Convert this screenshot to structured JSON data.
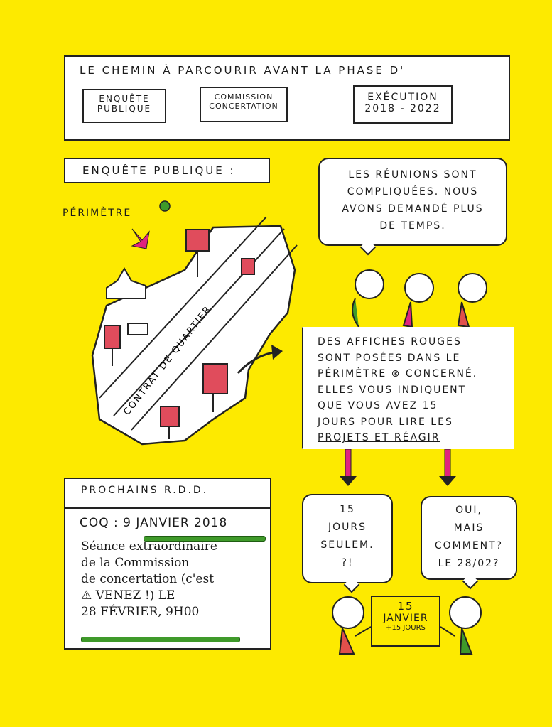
{
  "header": {
    "title": "Le chemin à parcourir avant la phase d'",
    "steps": [
      {
        "line1": "Enquête",
        "line2": "publique"
      },
      {
        "line1": "Commission",
        "line2": "concertation"
      },
      {
        "line1": "Exécution",
        "line2": "2018 - 2022"
      }
    ]
  },
  "section_title": "Enquête publique :",
  "top_bubble": "Les réunions sont compliquées. Nous avons demandé plus de temps.",
  "map": {
    "perimeter_label": "Périmètre",
    "road_label": "Contrat de quartier"
  },
  "info_box": {
    "lines": [
      "Des affiches rouges",
      "sont posées dans le",
      "périmètre ⊛ concerné.",
      "Elles vous indiquent",
      "que vous avez 15",
      "jours pour lire les",
      "projets et réagir"
    ]
  },
  "rdd": {
    "title": "Prochains R.D.D.",
    "coq": "CoQ : 9 janvier 2018",
    "lines": [
      "Séance extraordinaire",
      "de la Commission",
      "de concertation (c'est",
      "⚠ venez !) le",
      "28 février, 9h00"
    ]
  },
  "bubbles": {
    "left": [
      "15",
      "jours",
      "seulem.",
      "?!"
    ],
    "right": [
      "Oui,",
      "mais",
      "comment?",
      "Le 28/02?"
    ]
  },
  "sign": {
    "line1": "15",
    "line2": "janvier",
    "line3": "+15 jours"
  },
  "colors": {
    "background": "#fdea00",
    "magenta": "#e0247e",
    "green": "#3f9a2a",
    "red_poster": "#e04c5c"
  }
}
